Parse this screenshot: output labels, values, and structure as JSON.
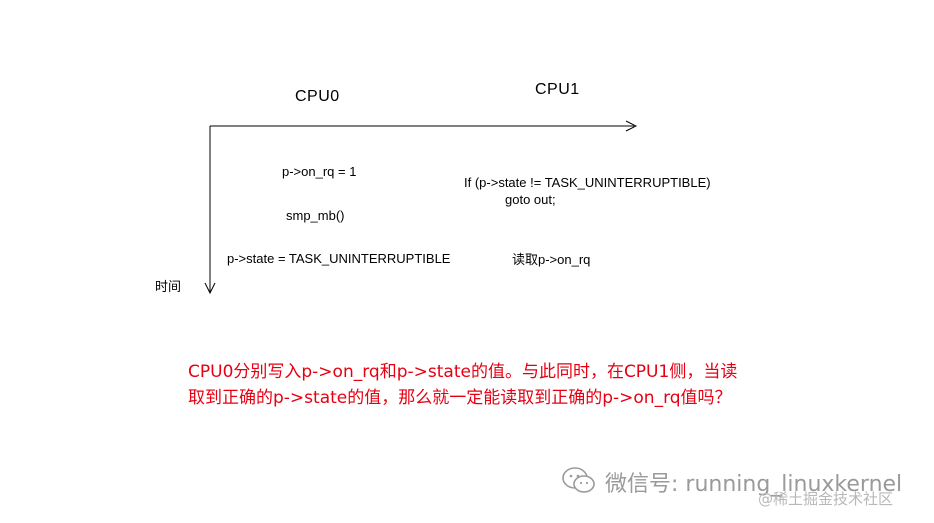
{
  "cpu0": {
    "title": "CPU0",
    "lines": [
      "p->on_rq = 1",
      "smp_mb()",
      "p->state = TASK_UNINTERRUPTIBLE"
    ]
  },
  "cpu1": {
    "title": "CPU1",
    "lines": [
      "If (p->state != TASK_UNINTERRUPTIBLE)",
      "goto out;",
      "读取p->on_rq"
    ]
  },
  "time_label": "时间",
  "note": {
    "line1": "CPU0分别写入p->on_rq和p->state的值。与此同时，在CPU1侧，当读",
    "line2": "取到正确的p->state的值，那么就一定能读取到正确的p->on_rq值吗？",
    "color": "#e60012"
  },
  "watermark": {
    "wechat": "微信号: running_linuxkernel",
    "site": "@稀土掘金技术社区"
  }
}
